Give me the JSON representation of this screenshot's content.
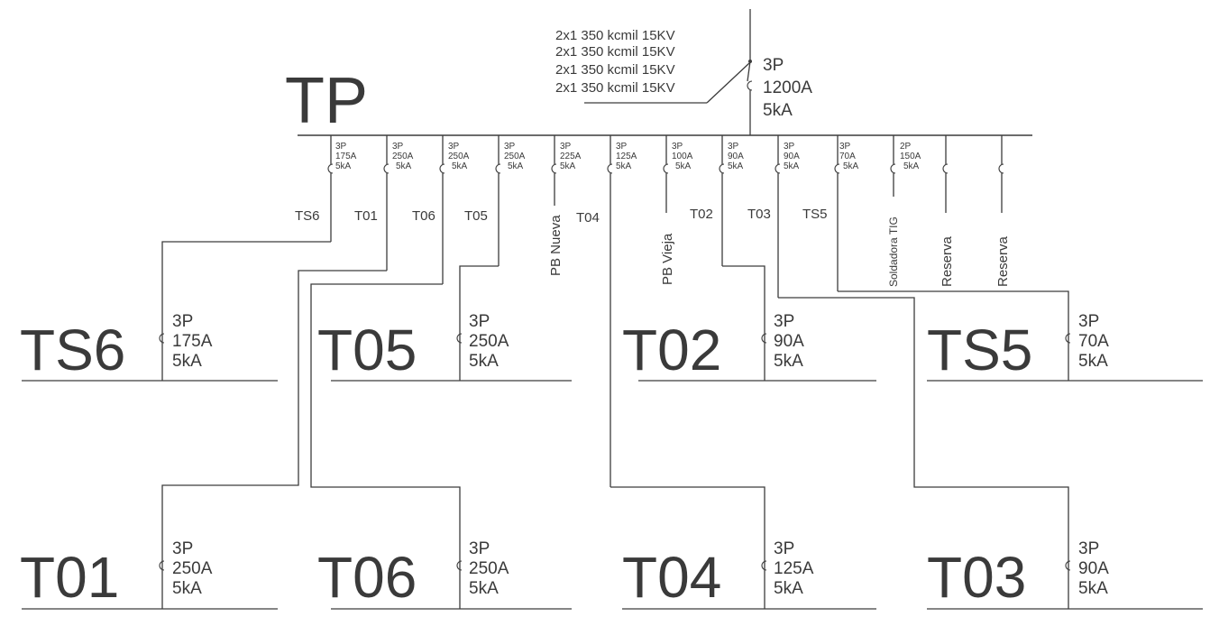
{
  "main_panel": {
    "name": "TP",
    "cables": [
      "2x1 350 kcmil 15KV",
      "2x1 350 kcmil 15KV",
      "2x1 350 kcmil 15KV",
      "2x1 350 kcmil 15KV"
    ],
    "breaker": {
      "poles": "3P",
      "amps": "1200A",
      "ka": "5kA"
    }
  },
  "bus_breakers": [
    {
      "poles": "3P",
      "amps": "175A",
      "ka": "5kA",
      "feeder": "TS6"
    },
    {
      "poles": "3P",
      "amps": "250A",
      "ka": "5kA",
      "feeder": "T01"
    },
    {
      "poles": "3P",
      "amps": "250A",
      "ka": "5kA",
      "feeder": "T06"
    },
    {
      "poles": "3P",
      "amps": "250A",
      "ka": "5kA",
      "feeder": "T05"
    },
    {
      "poles": "3P",
      "amps": "225A",
      "ka": "5kA",
      "feeder": "PB Nueva"
    },
    {
      "poles": "3P",
      "amps": "125A",
      "ka": "5kA",
      "feeder": "T04"
    },
    {
      "poles": "3P",
      "amps": "100A",
      "ka": "5kA",
      "feeder": "PB Vieja"
    },
    {
      "poles": "3P",
      "amps": "90A",
      "ka": "5kA",
      "feeder": "T02"
    },
    {
      "poles": "3P",
      "amps": "90A",
      "ka": "5kA",
      "feeder": "T03"
    },
    {
      "poles": "3P",
      "amps": "70A",
      "ka": "5kA",
      "feeder": "TS5"
    },
    {
      "poles": "2P",
      "amps": "150A",
      "ka": "5kA",
      "feeder": "Soldadora TIG"
    },
    {
      "poles": "",
      "amps": "",
      "ka": "",
      "feeder": "Reserva"
    },
    {
      "poles": "",
      "amps": "",
      "ka": "",
      "feeder": "Reserva"
    }
  ],
  "sub_panels": [
    {
      "name": "TS6",
      "poles": "3P",
      "amps": "175A",
      "ka": "5kA"
    },
    {
      "name": "T05",
      "poles": "3P",
      "amps": "250A",
      "ka": "5kA"
    },
    {
      "name": "T02",
      "poles": "3P",
      "amps": "90A",
      "ka": "5kA"
    },
    {
      "name": "TS5",
      "poles": "3P",
      "amps": "70A",
      "ka": "5kA"
    },
    {
      "name": "T01",
      "poles": "3P",
      "amps": "250A",
      "ka": "5kA"
    },
    {
      "name": "T06",
      "poles": "3P",
      "amps": "250A",
      "ka": "5kA"
    },
    {
      "name": "T04",
      "poles": "3P",
      "amps": "125A",
      "ka": "5kA"
    },
    {
      "name": "T03",
      "poles": "3P",
      "amps": "90A",
      "ka": "5kA"
    }
  ]
}
